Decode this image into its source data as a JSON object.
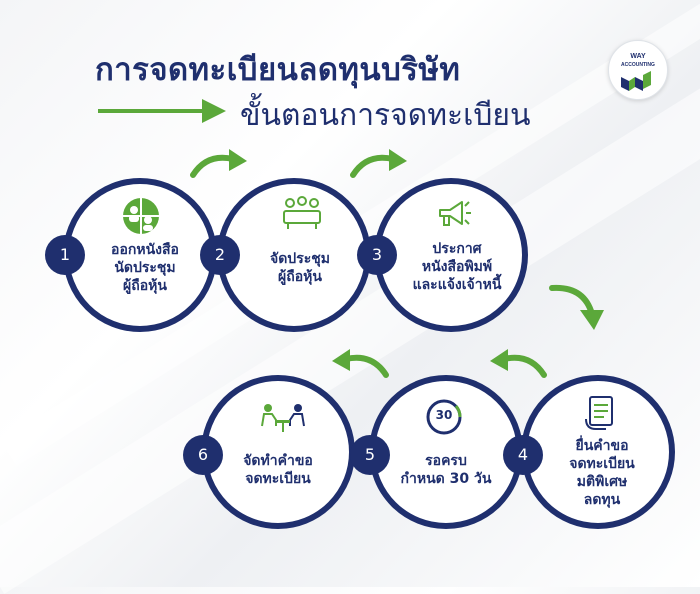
{
  "header": {
    "title": "การจดทะเบียนลดทุนบริษัท",
    "subtitle": "ขั้นตอนการจดทะเบียน"
  },
  "logo": {
    "name_line1": "WAY",
    "name_line2": "ACCOUNTING"
  },
  "colors": {
    "navy": "#1f2f6e",
    "green": "#5ba83a",
    "background": "#f4f5f7"
  },
  "steps": [
    {
      "number": "1",
      "label": "ออกหนังสือ\nนัดประชุม\nผู้ถือหุ้น",
      "icon": "meeting-chart-icon"
    },
    {
      "number": "2",
      "label": "จัดประชุม\nผู้ถือหุ้น",
      "icon": "conference-icon"
    },
    {
      "number": "3",
      "label": "ประกาศ\nหนังสือพิมพ์\nและแจ้งเจ้าหนี้",
      "icon": "megaphone-icon"
    },
    {
      "number": "4",
      "label": "ยื่นคำขอ\nจดทะเบียน\nมติพิเศษ\nลดทุน",
      "icon": "document-submit-icon"
    },
    {
      "number": "5",
      "label": "รอครบ\nกำหนด 30 วัน",
      "icon": "30-days-icon"
    },
    {
      "number": "6",
      "label": "จัดทำคำขอ\nจดทะเบียน",
      "icon": "consultation-icon"
    }
  ],
  "icon_badge_text": "30"
}
